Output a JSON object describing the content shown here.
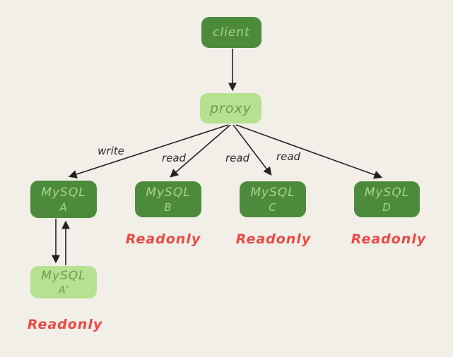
{
  "diagram": {
    "title": "mysql-proxy-read-write-split-diagram",
    "colors": {
      "background": "#f2efe8",
      "node_dark": "#4d8b3c",
      "node_dark_text": "#a9d488",
      "node_light": "#b8e091",
      "node_light_text": "#679f4e",
      "edge": "#222222",
      "readonly_text": "#e94a45"
    },
    "nodes": {
      "client": {
        "label": "client"
      },
      "proxy": {
        "label": "proxy"
      },
      "mysql_a": {
        "line1": "MySQL",
        "line2": "A"
      },
      "mysql_b": {
        "line1": "MySQL",
        "line2": "B"
      },
      "mysql_c": {
        "line1": "MySQL",
        "line2": "C"
      },
      "mysql_d": {
        "line1": "MySQL",
        "line2": "D"
      },
      "mysql_a_prime": {
        "line1": "MySQL",
        "line2": "A’"
      }
    },
    "edge_labels": {
      "write": "write",
      "read_b": "read",
      "read_c": "read",
      "read_d": "read"
    },
    "readonly_labels": {
      "b": "Readonly",
      "c": "Readonly",
      "d": "Readonly",
      "a_prime": "Readonly"
    }
  }
}
